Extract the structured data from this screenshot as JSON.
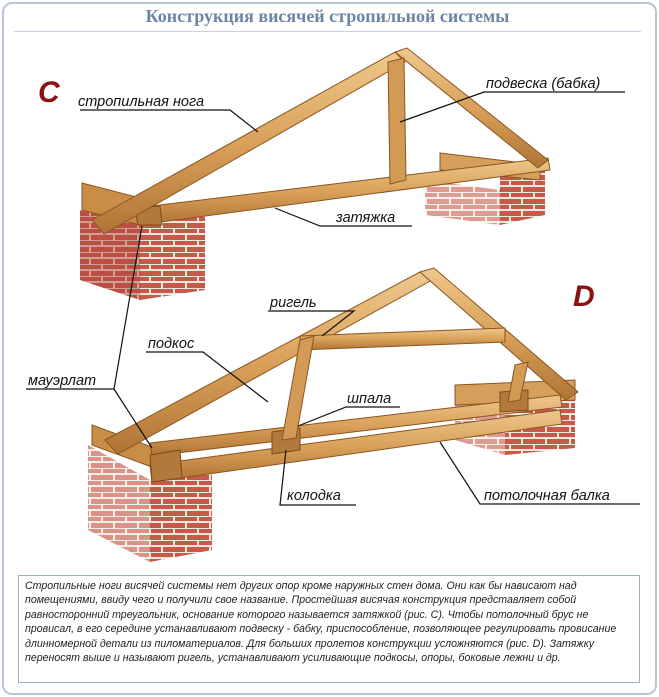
{
  "title": "Конструкция висячей стропильной системы",
  "labels": {
    "c": "C",
    "d": "D",
    "rafter_leg": "стропильная нога",
    "hanger": "подвеска (бабка)",
    "tie": "затяжка",
    "crossbar": "ригель",
    "strut": "подкос",
    "sleeper": "шпала",
    "wall_plate": "мауэрлат",
    "block": "колодка",
    "ceiling_beam": "потолочная балка"
  },
  "caption": "Стропильные ноги висячей системы нет других опор кроме наружных стен дома. Они как бы нависают над помещениями, ввиду чего и получили свое название. Простейшая висячая конструкция представляет собой равносторонний треугольник, основание которого называется затяжкой (рис. С). Чтобы потолочный брус не провисал, в его середине устанавливают подвеску - бабку, приспособление, позволяющее регулировать провисание длинномерной детали из пиломатериалов. Для больших пролетов конструкции усложняются (рис. D). Затяжку переносят выше и называют ригель, устанавливают усиливающие подкосы, опоры, боковые лежни и др.",
  "colors": {
    "wood_light": "#e4b878",
    "wood_mid": "#c98d48",
    "wood_dark": "#9b6428",
    "brick": "#c8584a",
    "mortar": "#efe6dc",
    "title": "#6b84a8",
    "letter": "#8b1010"
  }
}
